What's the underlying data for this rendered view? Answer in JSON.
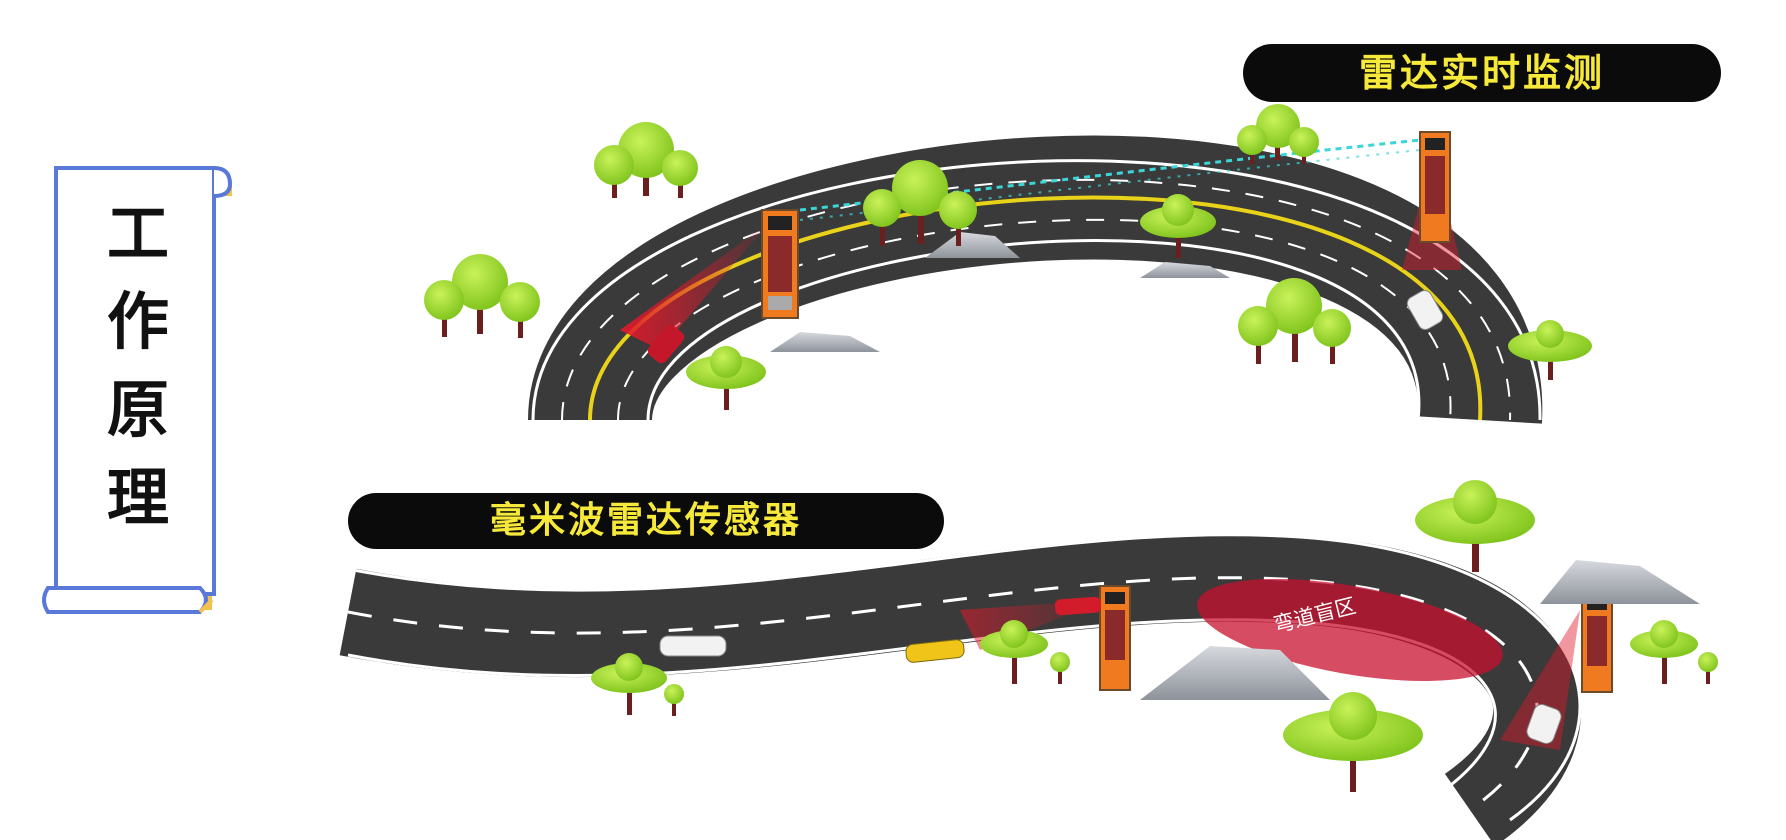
{
  "title": {
    "chars": [
      "工",
      "作",
      "原",
      "理"
    ]
  },
  "labels": {
    "radar_monitoring": "雷达实时监测",
    "mmwave_sensor": "毫米波雷达传感器",
    "blind_zone": "弯道盲区"
  },
  "colors": {
    "road": "#3a3a3a",
    "center_line_top": "#e8d21a",
    "pill_bg": "#0b0b0b",
    "pill_text": "#f7e93a",
    "scroll_border": "#5a78d8",
    "scroll_shadow": "#f2c14e",
    "radar_beam": "#e0192b",
    "wave": "#3bd6d8",
    "tree": "#8fd11f",
    "trunk": "#6b1f1f",
    "rock": "#a9adb5",
    "radar_body": "#f07a1f"
  }
}
